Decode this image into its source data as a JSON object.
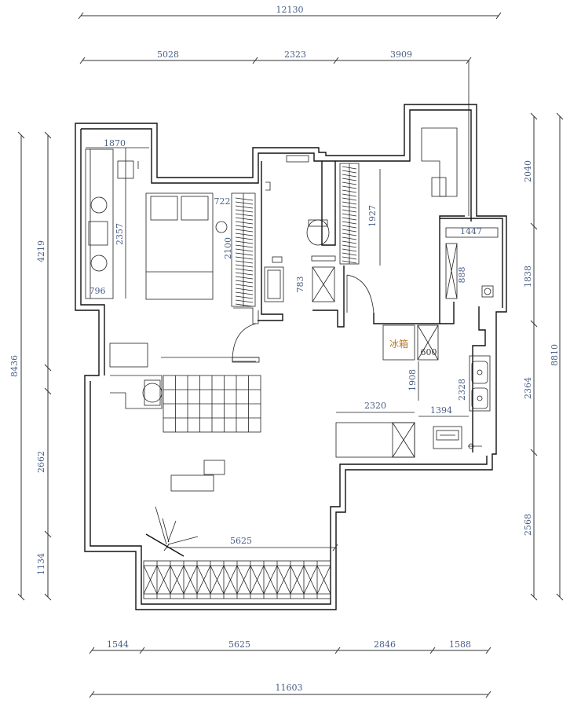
{
  "dimensions": {
    "top_total": "12130",
    "top_segments": [
      "5028",
      "2323",
      "3909"
    ],
    "bottom_segments": [
      "1544",
      "5625",
      "2846",
      "1588"
    ],
    "bottom_total": "11603",
    "left_total": "8436",
    "left_segments": [
      "4219",
      "2662",
      "1134"
    ],
    "right_total": "8810",
    "right_segments": [
      "2040",
      "1838",
      "2364",
      "2568"
    ]
  },
  "room_dims": {
    "bay_width": "1870",
    "bay_depth": "2357",
    "bay_sill": "796",
    "wardrobe_w": "722",
    "wardrobe_h": "2100",
    "bath_depth": "783",
    "wardrobe2_h": "1927",
    "kitchen_top": "1447",
    "kitchen_side": "888",
    "fridge_w": "600",
    "passage": "1908",
    "kitchen_run": "2328",
    "counter": "2320",
    "stove": "1394",
    "balcony": "5625"
  },
  "labels": {
    "fridge": "冰箱"
  }
}
